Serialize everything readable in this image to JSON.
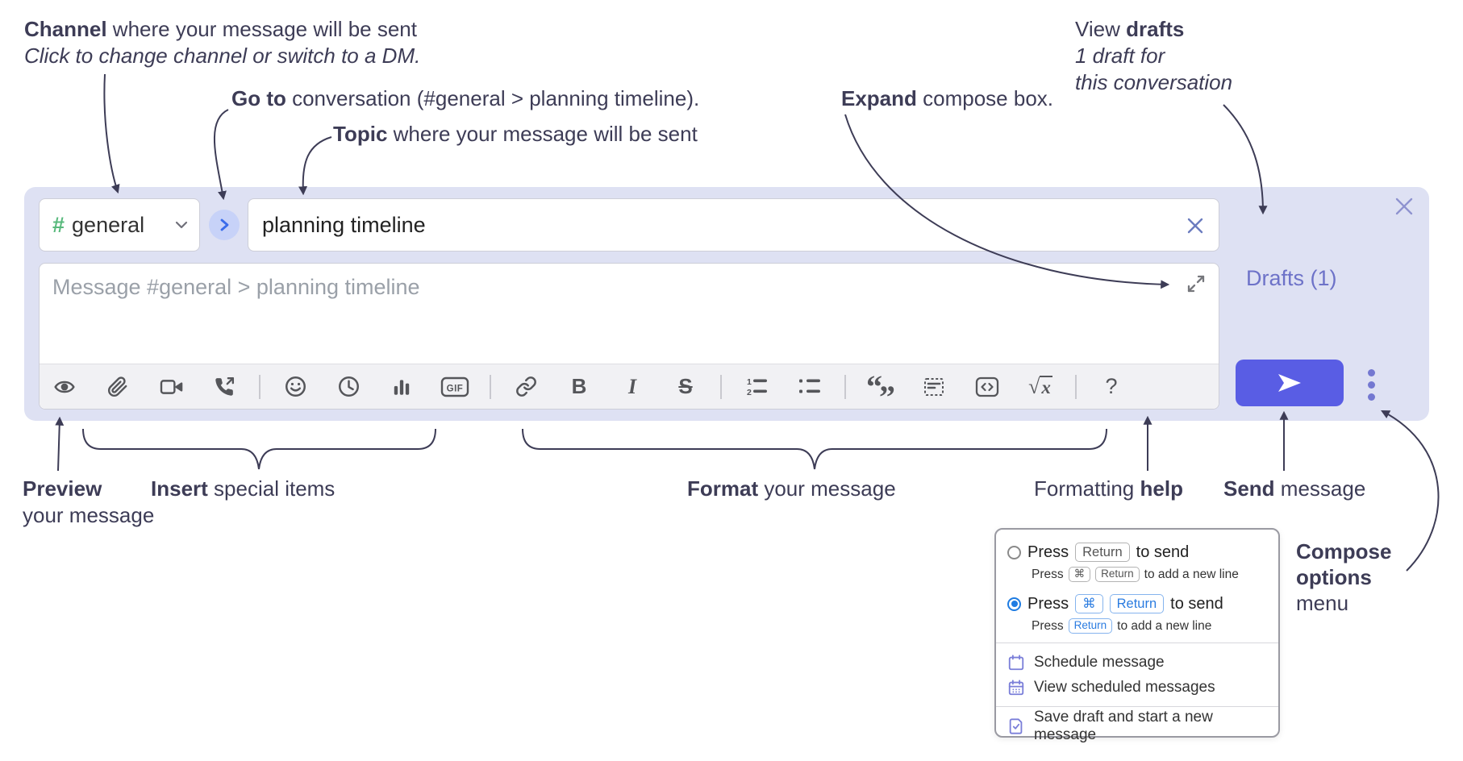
{
  "colors": {
    "panel_bg": "#dee1f3",
    "send_button": "#595de4",
    "drafts_link": "#6d72c8",
    "channel_hash_green": "#58b97c",
    "goto_circle_bg": "#c7d2f8",
    "goto_chevron_blue": "#3a6cea",
    "key_chip_blue": "#2b7ce0",
    "menu_icon_purple": "#7b7fd9",
    "annotation_text": "#3d3c56",
    "toolbar_icon": "#55565a"
  },
  "annotations": {
    "channel": {
      "bold": "Channel",
      "rest": " where your message will be sent",
      "subtitle": "Click to change channel or switch to a DM."
    },
    "go_to": {
      "bold": "Go to",
      "rest": " conversation (#general > planning timeline)."
    },
    "topic": {
      "bold": "Topic",
      "rest": " where your message will be sent"
    },
    "expand": {
      "bold": "Expand",
      "rest": " compose box."
    },
    "view_drafts": {
      "pre": "View ",
      "bold": "drafts",
      "line2": "1 draft for",
      "line3": "this conversation"
    },
    "preview": {
      "bold": "Preview",
      "line2": "your message"
    },
    "insert": {
      "bold": "Insert",
      "rest": " special items"
    },
    "format": {
      "bold": "Format",
      "rest": " your message"
    },
    "formatting_help": {
      "pre": "Formatting ",
      "bold": "help"
    },
    "send": {
      "bold": "Send",
      "rest": " message"
    },
    "compose_options": {
      "line1": "Compose",
      "line2": "options",
      "line3": "menu"
    }
  },
  "compose": {
    "channel_hash": "#",
    "channel_name": "general",
    "topic_value": "planning timeline",
    "message_placeholder": "Message #general > planning timeline",
    "drafts_link": "Drafts (1)"
  },
  "toolbar": {
    "bold": "B",
    "italic": "I",
    "strike": "S",
    "gif": "GIF",
    "ol_1": "1",
    "ol_2": "2",
    "quote_open": "“",
    "quote_close": "”",
    "math_radical": "√",
    "math_operand": "x",
    "help": "?"
  },
  "compose_options_menu": {
    "radio_options": [
      {
        "selected": false,
        "main": {
          "pre": "Press",
          "keys": [
            "Return"
          ],
          "post": "to send"
        },
        "sub": {
          "pre": "Press",
          "keys": [
            "⌘",
            "Return"
          ],
          "post": "to add a new line"
        }
      },
      {
        "selected": true,
        "main": {
          "pre": "Press",
          "keys": [
            "⌘",
            "Return"
          ],
          "post": "to send"
        },
        "sub": {
          "pre": "Press",
          "keys": [
            "Return"
          ],
          "post": "to add a new line"
        }
      }
    ],
    "items": [
      {
        "icon": "calendar-icon",
        "label": "Schedule message"
      },
      {
        "icon": "calendar-grid-icon",
        "label": "View scheduled messages"
      },
      {
        "icon": "save-draft-icon",
        "label": "Save draft and start a new message"
      }
    ]
  }
}
